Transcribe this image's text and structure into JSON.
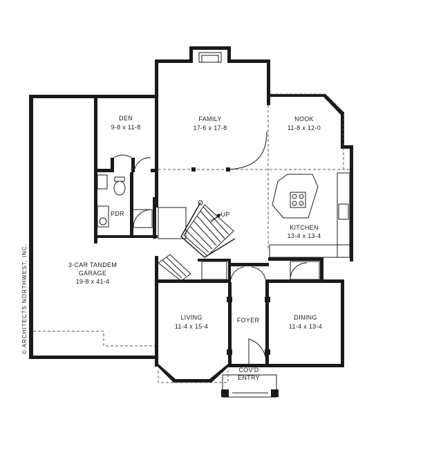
{
  "rooms": {
    "den": {
      "name": "DEN",
      "dims": "9-8 x 11-8"
    },
    "family": {
      "name": "FAMILY",
      "dims": "17-6 x 17-8"
    },
    "nook": {
      "name": "NOOK",
      "dims": "11-8 x 12-0"
    },
    "kitchen": {
      "name": "KITCHEN",
      "dims": "13-4 x 13-4"
    },
    "pdr": {
      "name": "PDR"
    },
    "garage": {
      "name_line1": "3-CAR TANDEM",
      "name_line2": "GARAGE",
      "dims": "19-8 x 41-4"
    },
    "living": {
      "name": "LIVING",
      "dims": "11-4 x 15-4"
    },
    "foyer": {
      "name": "FOYER"
    },
    "dining": {
      "name": "DINING",
      "dims": "11-4 x 13-4"
    },
    "entry": {
      "line1": "COV'D",
      "line2": "ENTRY"
    }
  },
  "stair_label": "UP",
  "copyright": "© ARCHITECTS NORTHWEST, INC."
}
